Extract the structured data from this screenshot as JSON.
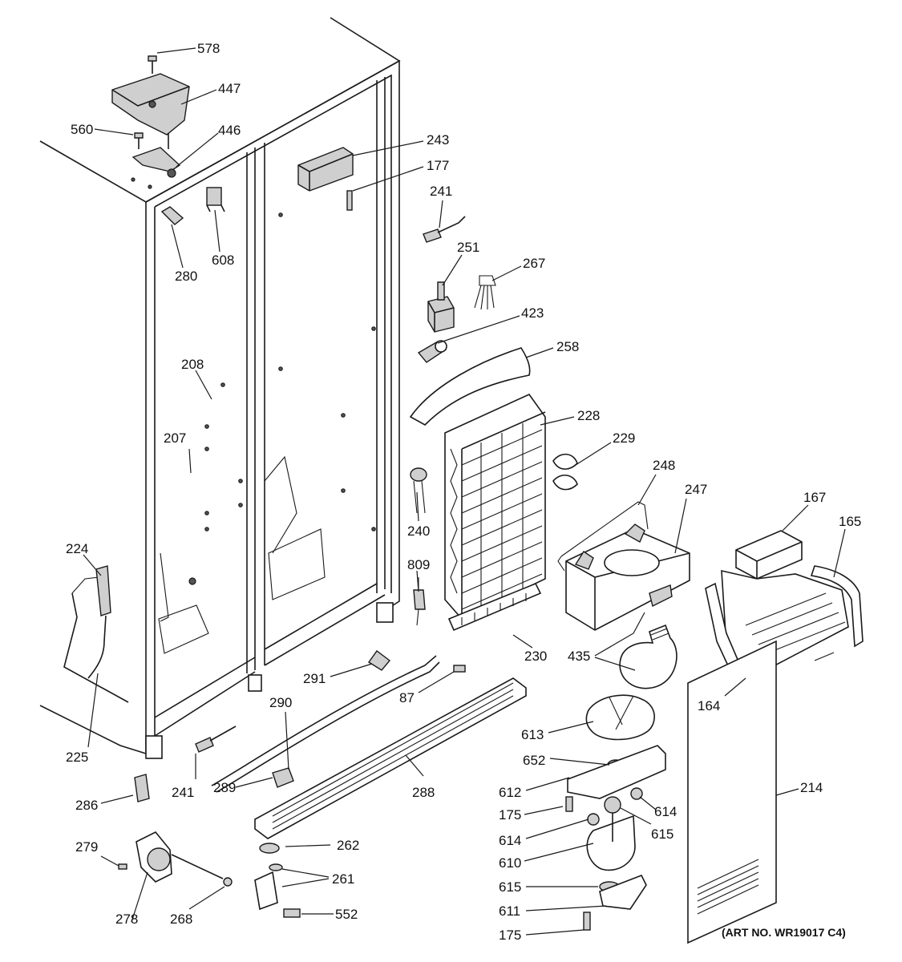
{
  "diagram": {
    "art_number": "(ART NO. WR19017 C4)",
    "callouts": [
      {
        "id": "c578",
        "text": "578"
      },
      {
        "id": "c447",
        "text": "447"
      },
      {
        "id": "c560",
        "text": "560"
      },
      {
        "id": "c446",
        "text": "446"
      },
      {
        "id": "c243",
        "text": "243"
      },
      {
        "id": "c177",
        "text": "177"
      },
      {
        "id": "c241a",
        "text": "241"
      },
      {
        "id": "c608",
        "text": "608"
      },
      {
        "id": "c280",
        "text": "280"
      },
      {
        "id": "c251",
        "text": "251"
      },
      {
        "id": "c267",
        "text": "267"
      },
      {
        "id": "c423",
        "text": "423"
      },
      {
        "id": "c258",
        "text": "258"
      },
      {
        "id": "c208",
        "text": "208"
      },
      {
        "id": "c228",
        "text": "228"
      },
      {
        "id": "c207",
        "text": "207"
      },
      {
        "id": "c229",
        "text": "229"
      },
      {
        "id": "c248",
        "text": "248"
      },
      {
        "id": "c247",
        "text": "247"
      },
      {
        "id": "c167",
        "text": "167"
      },
      {
        "id": "c165",
        "text": "165"
      },
      {
        "id": "c240",
        "text": "240"
      },
      {
        "id": "c224",
        "text": "224"
      },
      {
        "id": "c809",
        "text": "809"
      },
      {
        "id": "c230",
        "text": "230"
      },
      {
        "id": "c435",
        "text": "435"
      },
      {
        "id": "c291",
        "text": "291"
      },
      {
        "id": "c87",
        "text": "87"
      },
      {
        "id": "c290",
        "text": "290"
      },
      {
        "id": "c164",
        "text": "164"
      },
      {
        "id": "c225",
        "text": "225"
      },
      {
        "id": "c613",
        "text": "613"
      },
      {
        "id": "c652",
        "text": "652"
      },
      {
        "id": "c241b",
        "text": "241"
      },
      {
        "id": "c286",
        "text": "286"
      },
      {
        "id": "c289",
        "text": "289"
      },
      {
        "id": "c288",
        "text": "288"
      },
      {
        "id": "c612",
        "text": "612"
      },
      {
        "id": "c214",
        "text": "214"
      },
      {
        "id": "c175a",
        "text": "175"
      },
      {
        "id": "c614a",
        "text": "614"
      },
      {
        "id": "c614b",
        "text": "614"
      },
      {
        "id": "c615a",
        "text": "615"
      },
      {
        "id": "c262",
        "text": "262"
      },
      {
        "id": "c279",
        "text": "279"
      },
      {
        "id": "c610",
        "text": "610"
      },
      {
        "id": "c261",
        "text": "261"
      },
      {
        "id": "c615b",
        "text": "615"
      },
      {
        "id": "c278",
        "text": "278"
      },
      {
        "id": "c268",
        "text": "268"
      },
      {
        "id": "c552",
        "text": "552"
      },
      {
        "id": "c611",
        "text": "611"
      },
      {
        "id": "c175b",
        "text": "175"
      }
    ]
  }
}
